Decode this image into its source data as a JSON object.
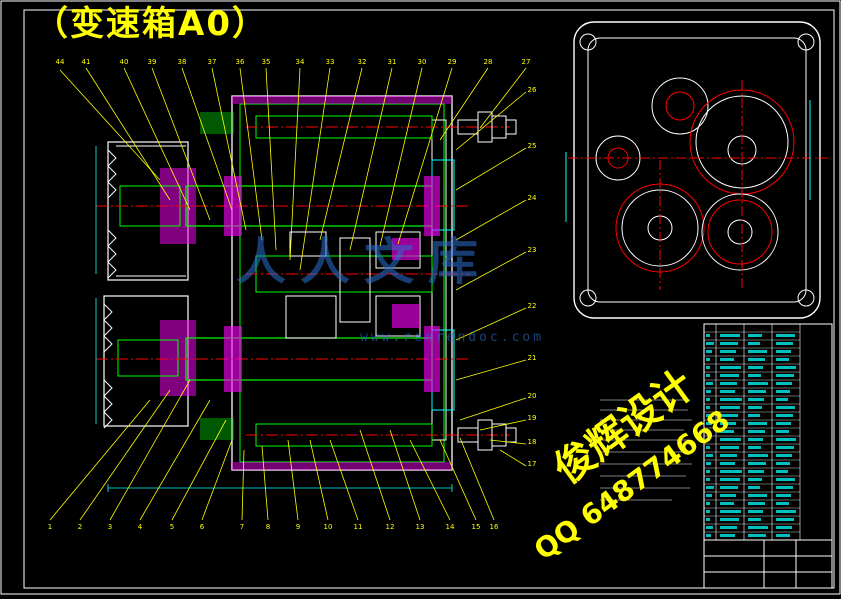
{
  "title": "（变速箱A0）",
  "watermark": {
    "designer": "俊辉设计",
    "qq": "QQ 648774668",
    "site": "人人文库",
    "url": "www.renrendoc.com"
  },
  "top_callouts": [
    "44",
    "41",
    "40",
    "39",
    "38",
    "37",
    "36",
    "35",
    "34",
    "33",
    "32",
    "31",
    "30",
    "29",
    "28",
    "27"
  ],
  "bottom_callouts": [
    "1",
    "2",
    "3",
    "4",
    "5",
    "6",
    "7",
    "8",
    "9",
    "10",
    "11",
    "12",
    "13",
    "14",
    "15",
    "16"
  ],
  "right_callouts": [
    "26",
    "25",
    "24",
    "23",
    "22",
    "21",
    "20",
    "19",
    "18",
    "17"
  ],
  "colors": {
    "background": "#000000",
    "outline": "#ffffff",
    "section": "#00ff00",
    "hatch": "#ff00ff",
    "centerline": "#ff0000",
    "leader": "#ffff00",
    "dimension": "#00ffff",
    "watermark": "#ffff00"
  }
}
